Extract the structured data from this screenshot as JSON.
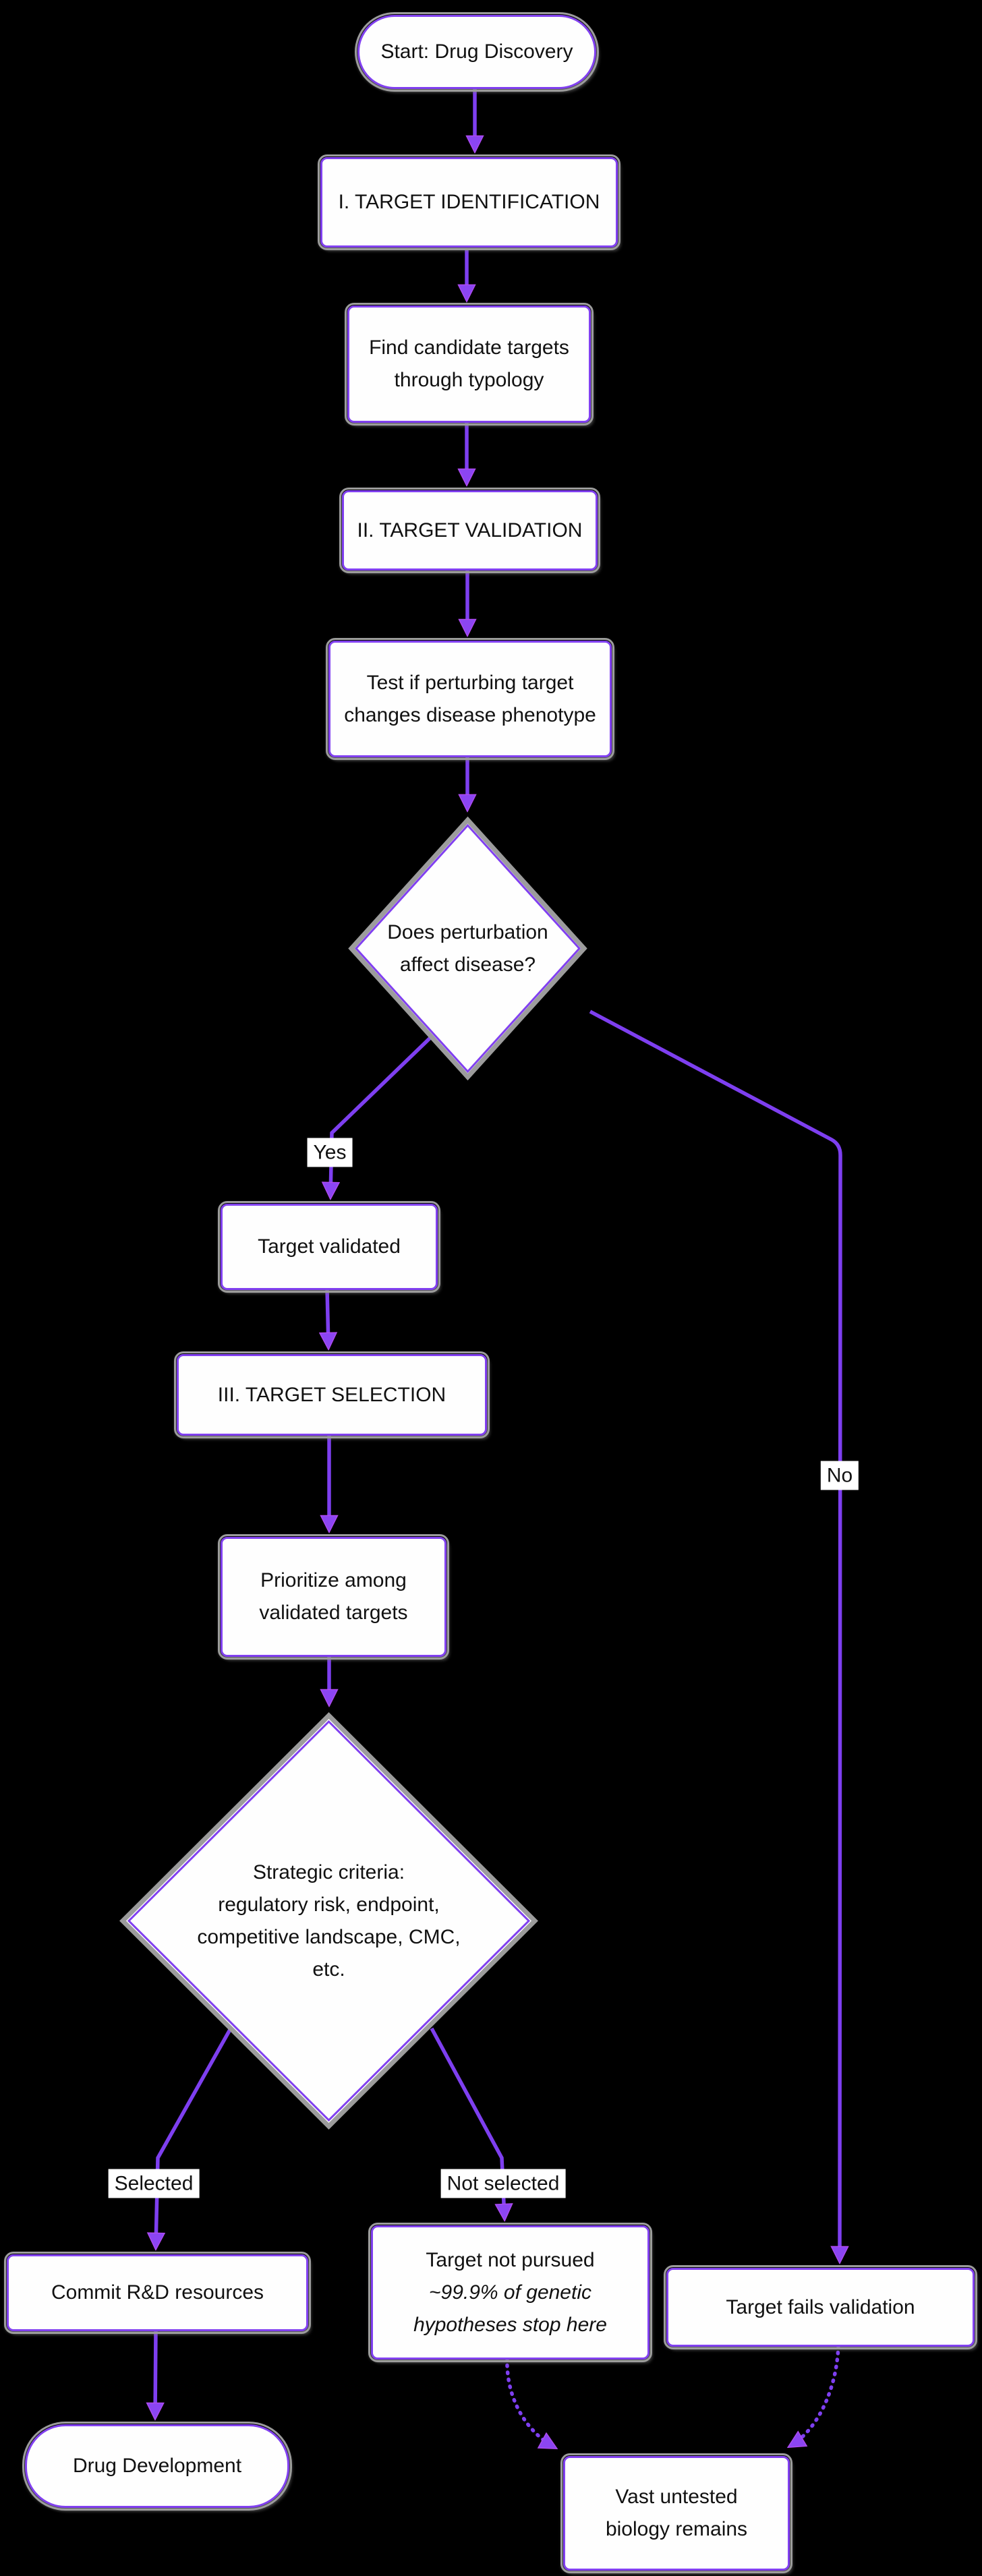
{
  "diagram": {
    "type": "flowchart",
    "background": "#000000",
    "colors": {
      "edge": "#7e3ff0",
      "arrowhead": "#8b45f2",
      "node_fill": "#fefefe",
      "node_border": "#8140f0",
      "node_outer_ring": "#9c9c9c",
      "text": "#111111",
      "label_background": "#ffffff"
    },
    "nodes": {
      "start": {
        "label": "Start: Drug Discovery"
      },
      "target_identification": {
        "label": "I. TARGET IDENTIFICATION"
      },
      "find_candidates": {
        "label": "Find candidate targets\nthrough typology"
      },
      "target_validation": {
        "label": "II. TARGET VALIDATION"
      },
      "test_perturbation": {
        "label": "Test if perturbing target\nchanges disease phenotype"
      },
      "perturbation_decision": {
        "label": "Does perturbation\naffect disease?"
      },
      "target_validated": {
        "label": "Target validated"
      },
      "target_selection": {
        "label": "III. TARGET SELECTION"
      },
      "prioritize": {
        "label": "Prioritize among\nvalidated targets"
      },
      "strategic_criteria": {
        "label": "Strategic criteria:\nregulatory risk, endpoint,\ncompetitive landscape, CMC,\netc."
      },
      "commit_rd": {
        "label": "Commit R&D resources"
      },
      "drug_development": {
        "label": "Drug Development"
      },
      "not_pursued": {
        "line1": "Target not pursued",
        "line2": "~99.9% of genetic\nhypotheses stop here"
      },
      "fails_validation": {
        "label": "Target fails validation"
      },
      "vast_untested": {
        "label": "Vast untested\nbiology remains"
      }
    },
    "edge_labels": {
      "yes": "Yes",
      "no": "No",
      "selected": "Selected",
      "not_selected": "Not selected"
    }
  }
}
